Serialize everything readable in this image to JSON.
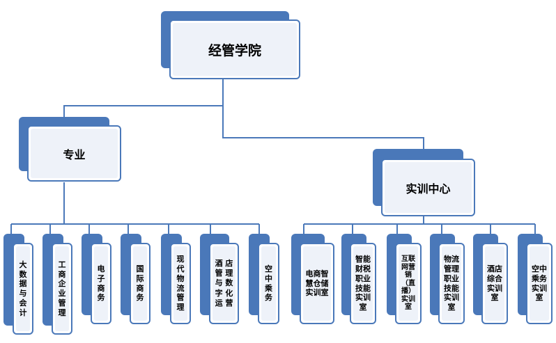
{
  "root": {
    "label": "经管学院"
  },
  "major": {
    "label": "专业",
    "items": [
      {
        "label": "大\n数\n据\n与\n会\n计"
      },
      {
        "label": "工\n商\n企\n业\n管\n理"
      },
      {
        "label": "电\n子\n商\n务"
      },
      {
        "label": "国\n际\n商\n务"
      },
      {
        "label": "现\n代\n物\n流\n管\n理"
      },
      {
        "label": "酒\n店\n管\n理\n与\n数\n字\n化\n运\n营"
      },
      {
        "label": "空\n中\n乘\n务"
      }
    ]
  },
  "training": {
    "label": "实训中心",
    "items": [
      {
        "label": "电商智\n慧仓储\n实训室"
      },
      {
        "label": "智能\n财税\n职业\n技能\n实训\n室"
      },
      {
        "label": "互联\n网营\n销\n（直\n播）\n实训\n室"
      },
      {
        "label": "物流\n管理\n职业\n技能\n实训\n室"
      },
      {
        "label": "酒店\n综合\n实训\n室"
      },
      {
        "label": "空中\n乘务\n实训\n室"
      }
    ]
  },
  "colors": {
    "accent": "#4a78b9",
    "card_fill": "#eef2f9",
    "connector": "#4a78b9"
  }
}
